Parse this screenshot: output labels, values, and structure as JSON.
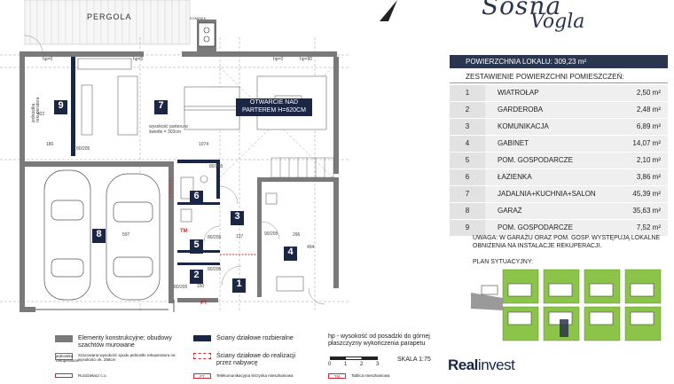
{
  "brand": {
    "script_top": "Sosna",
    "script_sub": "Vogla"
  },
  "summary": {
    "area_label": "POWIERZCHNIA LOKALU: 309,23 m²",
    "table_title": "ZESTAWIENIE POWIERZCHNI POMIESZCZEŃ:"
  },
  "rooms": [
    {
      "num": "1",
      "name": "WIATROŁAP",
      "area": "2,50 m²"
    },
    {
      "num": "2",
      "name": "GARDEROBA",
      "area": "2,48 m²"
    },
    {
      "num": "3",
      "name": "KOMUNIKACJA",
      "area": "6,89 m²"
    },
    {
      "num": "4",
      "name": "GABINET",
      "area": "14,07 m²"
    },
    {
      "num": "5",
      "name": "POM. GOSPODARCZE",
      "area": "2,10 m²"
    },
    {
      "num": "6",
      "name": "ŁAZIENKA",
      "area": "3,86 m²"
    },
    {
      "num": "7",
      "name": "JADALNIA+KUCHNIA+SALON",
      "area": "45,39 m²"
    },
    {
      "num": "8",
      "name": "GARAŻ",
      "area": "35,63 m²"
    },
    {
      "num": "9",
      "name": "POM. GOSPODARCZE",
      "area": "7,52 m²"
    }
  ],
  "note": "UWAGA: W GARAŻU ORAZ POM. GOSP. WYSTĘPUJĄ LOKALNE OBNIŻENIA NA INSTALACJE REKUPERACJI.",
  "site_plan_title": "PLAN SYTUACYJNY:",
  "logo": {
    "bold": "Real",
    "rest": "invest"
  },
  "plan": {
    "pergola": "PERGOLA",
    "kominek": "KOMINEK",
    "opening": "OTWARCIE NAD PARTEREM H=620CM",
    "height_note": "wysokość parteru w świetle = 303cm",
    "recuperator": "jednostka rekuperatora",
    "tm": "TM",
    "pt": "PT",
    "hp_vals": [
      "hp=0",
      "hp=0",
      "hp=90",
      "hp=0"
    ],
    "dims": [
      "422",
      "1074",
      "180",
      "597",
      "137",
      "296",
      "494",
      "150"
    ],
    "door_codes": [
      "80/205",
      "80/205",
      "80/205",
      "90/205",
      "80/205",
      "80/205"
    ],
    "room_labels": [
      "9",
      "7",
      "8",
      "6",
      "3",
      "5",
      "2",
      "1",
      "4"
    ]
  },
  "legend": {
    "walls": "Elementy konstrukcyjne; obudowy szachtów murowane",
    "partition": "Ściany działowe rozbieralne",
    "hp": "hp - wysokość od posadzki do górnej płaszczyzny wykończenia parapetu",
    "recup_height": "Szacowana wysokość spodu jednostki rekuperatora na wysokości ok. 258cm",
    "to_build": "Ściany działowe do realizacji przez nabywcę",
    "scale_label": "SKALA 1:75",
    "scale_ticks": [
      "0",
      "1",
      "2",
      "3"
    ],
    "distributor": "Rozdzielacz c.o.",
    "pt_box": "Telekomunikacyjna skrzynka mieszkaniowa",
    "tm_board": "Tablica mieszkaniowa",
    "pt_tag": "PT",
    "tm_tag": "TM",
    "recup_icon_label": "jednostka rekuperatora"
  },
  "colors": {
    "navy": "#1b2544",
    "wall": "#7a7a7a",
    "green": "#8cc44a",
    "red": "#d0282f"
  }
}
